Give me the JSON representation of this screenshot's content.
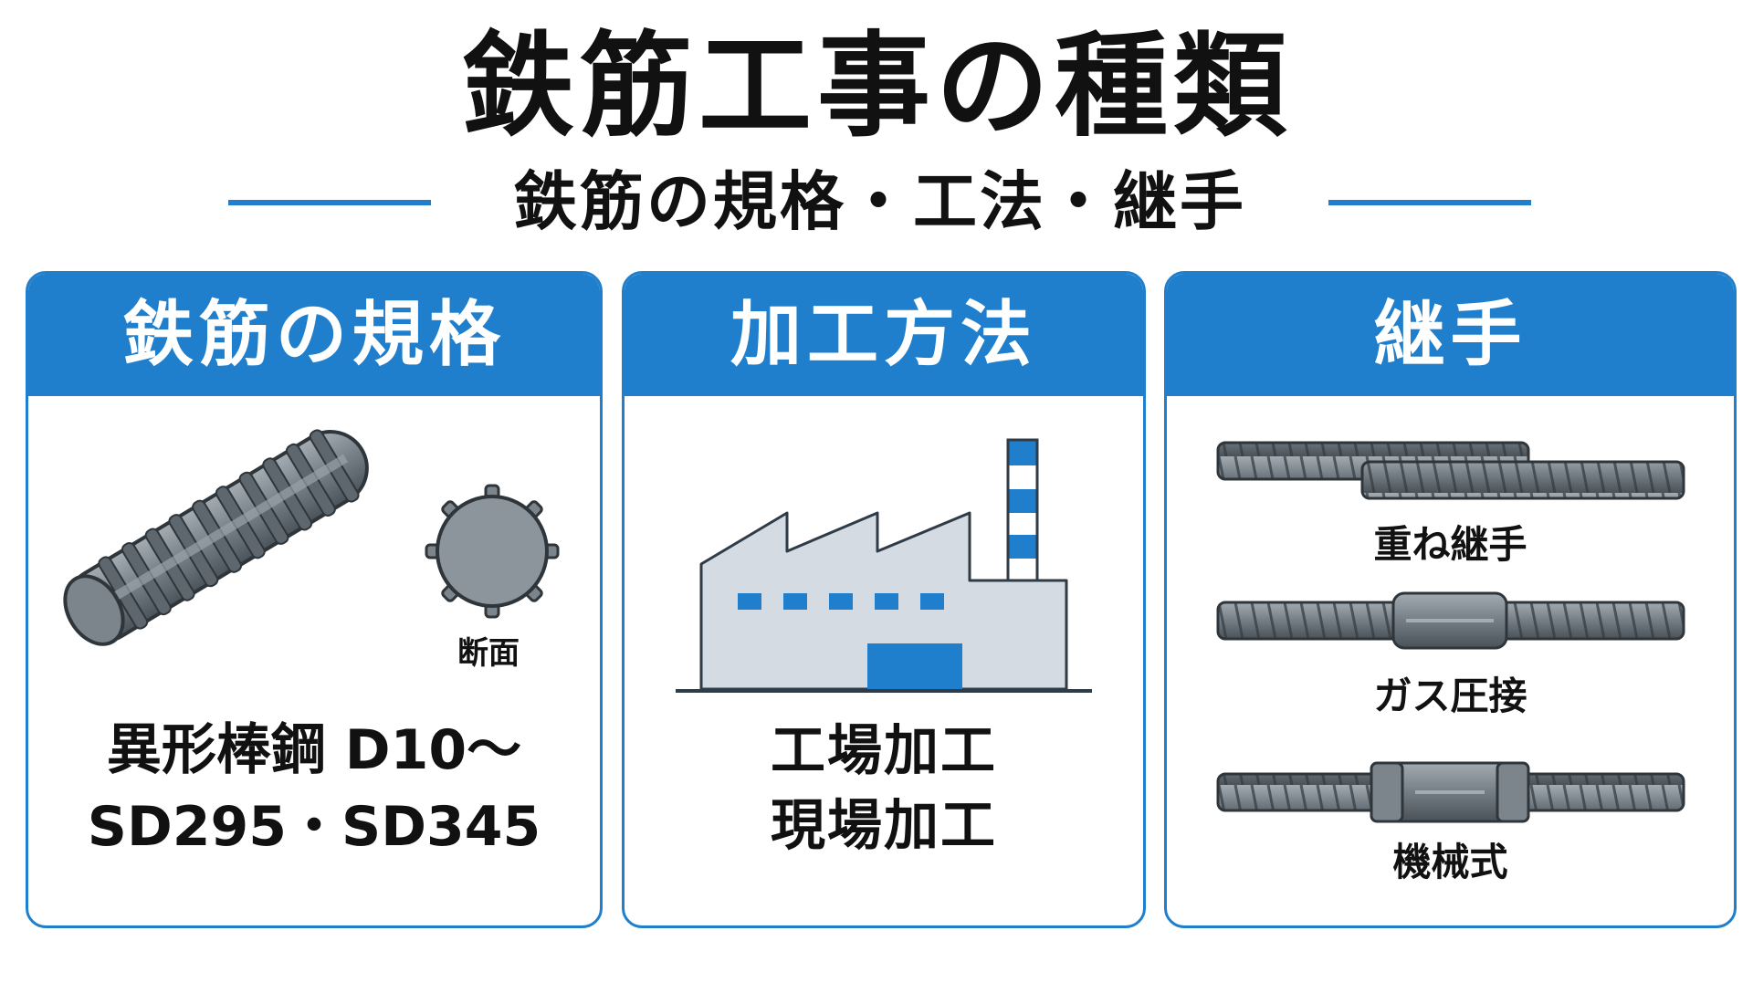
{
  "title": "鉄筋工事の種類",
  "subtitle": "鉄筋の規格・工法・継手",
  "colors": {
    "accent": "#1f7fcc",
    "steel": "#6f7880",
    "steel_dark": "#3f464c",
    "building": "#d4dbe2"
  },
  "panels": [
    {
      "header": "鉄筋の規格",
      "icons": [
        "rebar-icon",
        "cross-section-icon"
      ],
      "caption": "断面",
      "lines": [
        "異形棒鋼 D10～",
        "SD295・SD345"
      ]
    },
    {
      "header": "加工方法",
      "icons": [
        "factory-icon"
      ],
      "lines": [
        "工場加工",
        "現場加工"
      ]
    },
    {
      "header": "継手",
      "icons": [
        "lap-joint-icon",
        "gas-pressure-joint-icon",
        "mechanical-joint-icon"
      ],
      "items": [
        "重ね継手",
        "ガス圧接",
        "機械式"
      ]
    }
  ]
}
